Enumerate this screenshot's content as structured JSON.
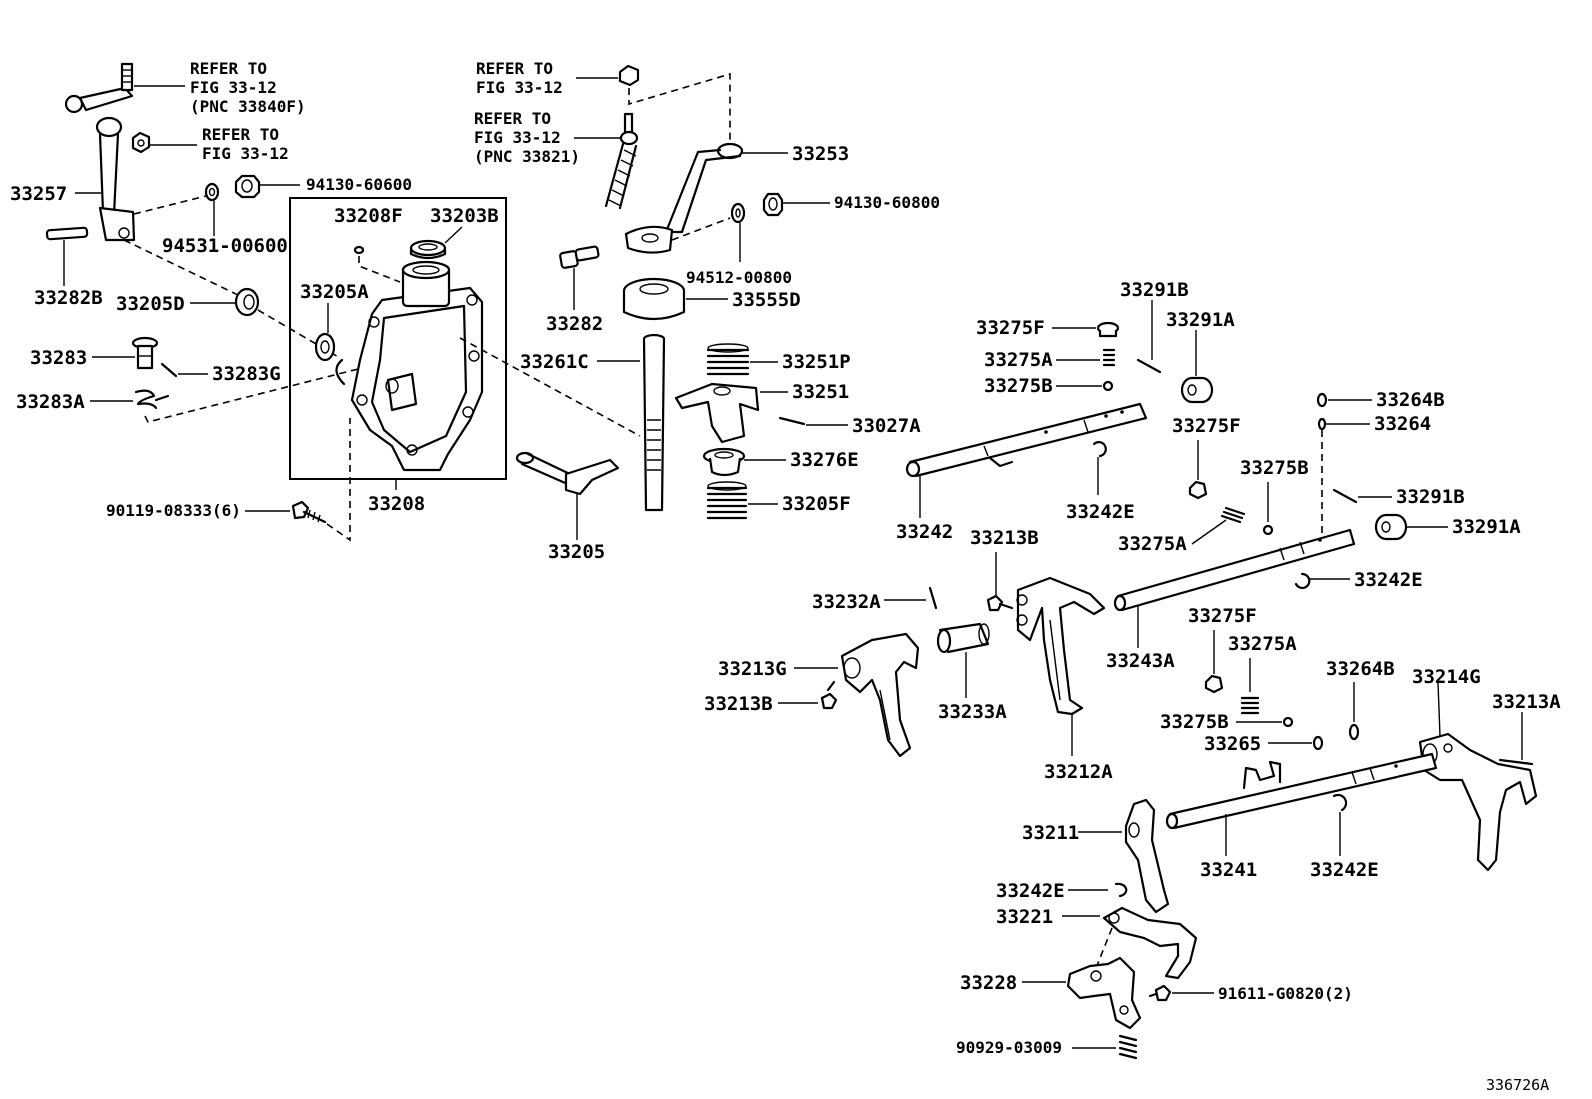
{
  "figure_number": "336726A",
  "notes": {
    "refer_shift_cable": [
      "REFER TO",
      "FIG 33-12",
      "(PNC 33840F)"
    ],
    "refer_nut_left": [
      "REFER TO",
      "FIG 33-12"
    ],
    "refer_nut_top": [
      "REFER TO",
      "FIG 33-12"
    ],
    "refer_select_cable": [
      "REFER TO",
      "FIG 33-12",
      "(PNC 33821)"
    ]
  },
  "labels": {
    "p33257": "33257",
    "p33282B": "33282B",
    "p94531_00600": "94531-00600",
    "p94130_60600": "94130-60600",
    "p33205D": "33205D",
    "p33283": "33283",
    "p33283G": "33283G",
    "p33283A": "33283A",
    "p90119_08333": "90119-08333(6)",
    "p33208F": "33208F",
    "p33203B": "33203B",
    "p33205A": "33205A",
    "p33208": "33208",
    "p33253": "33253",
    "p94130_60800": "94130-60800",
    "p94512_00800": "94512-00800",
    "p33555D": "33555D",
    "p33282": "33282",
    "p33261C": "33261C",
    "p33251P": "33251P",
    "p33251": "33251",
    "p33027A": "33027A",
    "p33276E": "33276E",
    "p33205F": "33205F",
    "p33205": "33205",
    "p33291B_top": "33291B",
    "p33291A_top": "33291A",
    "p33275F_top": "33275F",
    "p33275A_top": "33275A",
    "p33275B_top": "33275B",
    "p33242": "33242",
    "p33242E_top": "33242E",
    "p33275F_mid": "33275F",
    "p33264B_top": "33264B",
    "p33264": "33264",
    "p33275B_mid": "33275B",
    "p33291B_mid": "33291B",
    "p33291A_mid": "33291A",
    "p33275A_mid": "33275A",
    "p33213B_top": "33213B",
    "p33242E_mid": "33242E",
    "p33232A": "33232A",
    "p33243A": "33243A",
    "p33213G": "33213G",
    "p33213B_left": "33213B",
    "p33233A": "33233A",
    "p33212A": "33212A",
    "p33275F_low": "33275F",
    "p33275A_low": "33275A",
    "p33264B_low": "33264B",
    "p33214G": "33214G",
    "p33213A": "33213A",
    "p33275B_low": "33275B",
    "p33265": "33265",
    "p33211": "33211",
    "p33241": "33241",
    "p33242E_low": "33242E",
    "p33242E_left": "33242E",
    "p33221": "33221",
    "p33228": "33228",
    "p91611_G0820": "91611-G0820(2)",
    "p90929_03009": "90929-03009"
  }
}
